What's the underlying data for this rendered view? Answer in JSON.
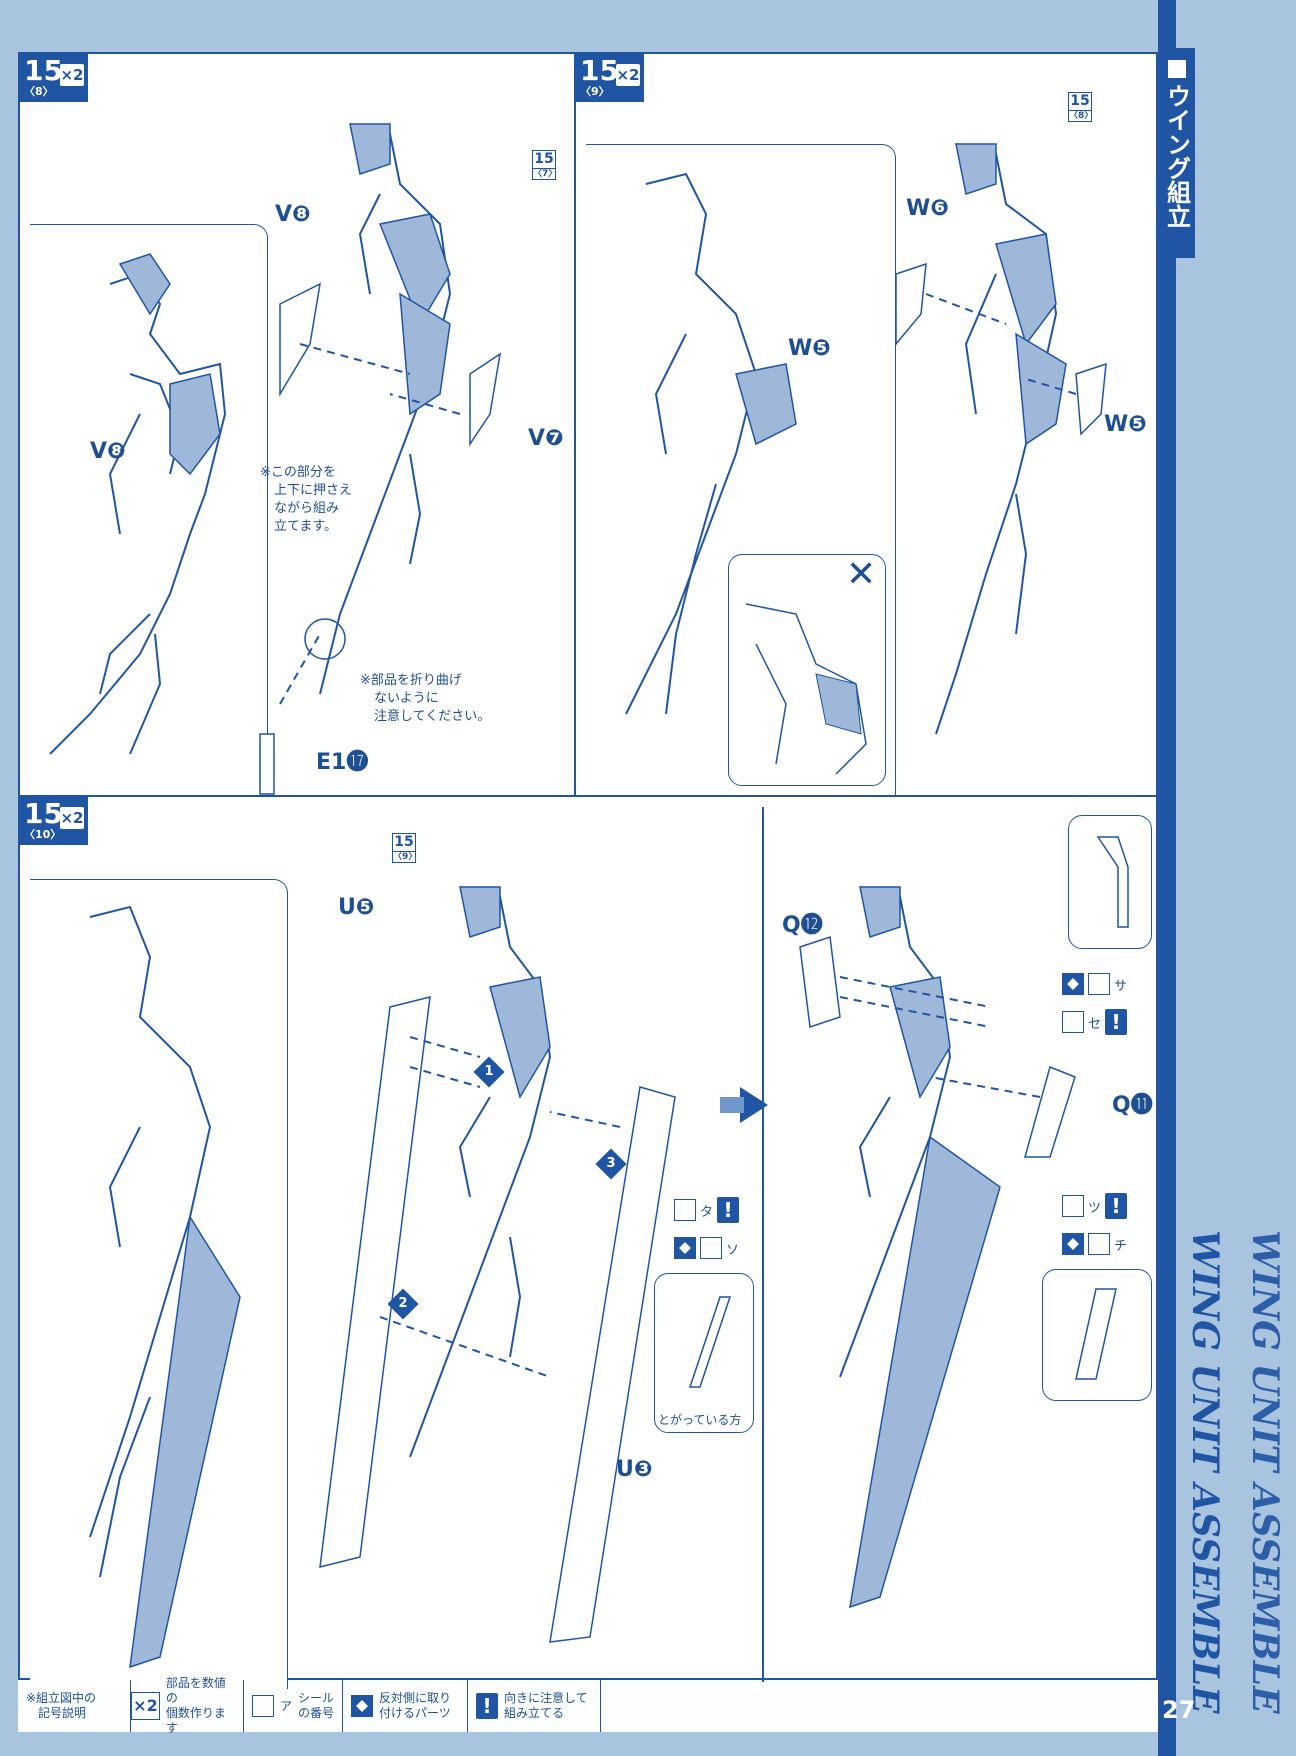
{
  "section_tab": "ウイング組立",
  "title_en": "WING UNIT ASSEMBLE",
  "page_number": "27",
  "steps": [
    {
      "number": "15",
      "sub": "〈8〉",
      "multiplier": "×2",
      "labels": {
        "v8_left": "V❽",
        "v8_top": "V❽",
        "v7": "V❼",
        "e1": "E1⓱"
      },
      "ref_badge": {
        "num": "15",
        "sub": "〈7〉"
      },
      "notes": [
        "※この部分を",
        "上下に押さえ",
        "ながら組み",
        "立てます。"
      ],
      "notes2": [
        "※部品を折り曲げ",
        "ないように",
        "注意してください。"
      ]
    },
    {
      "number": "15",
      "sub": "〈9〉",
      "multiplier": "×2",
      "labels": {
        "w5_mid": "W❺",
        "w6": "W❻",
        "w5_right": "W❺"
      },
      "ref_badge": {
        "num": "15",
        "sub": "〈8〉"
      },
      "wrong_mark": "✕"
    },
    {
      "number": "15",
      "sub": "〈10〉",
      "multiplier": "×2",
      "labels": {
        "u5": "U❺",
        "u3": "U❸",
        "q12": "Q⓬",
        "q11": "Q⓫"
      },
      "ref_badge": {
        "num": "15",
        "sub": "〈9〉"
      },
      "order": [
        "1",
        "2",
        "3"
      ],
      "seal_ta": "タ",
      "seal_so": "ソ",
      "seal_sa": "サ",
      "seal_se": "セ",
      "seal_tsu": "ツ",
      "seal_chi": "チ",
      "pointed_side": "とがっている方"
    }
  ],
  "legend": {
    "title": [
      "※組立図中の",
      "記号説明"
    ],
    "x2": "×2",
    "x2_desc": [
      "部品を数値の",
      "個数作ります"
    ],
    "seal_sample": "ア",
    "seal_desc": [
      "シール",
      "の番号"
    ],
    "rev_desc": [
      "反対側に取り",
      "付けるパーツ"
    ],
    "warn": "!",
    "warn_desc": [
      "向きに注意して",
      "組み立てる"
    ]
  }
}
